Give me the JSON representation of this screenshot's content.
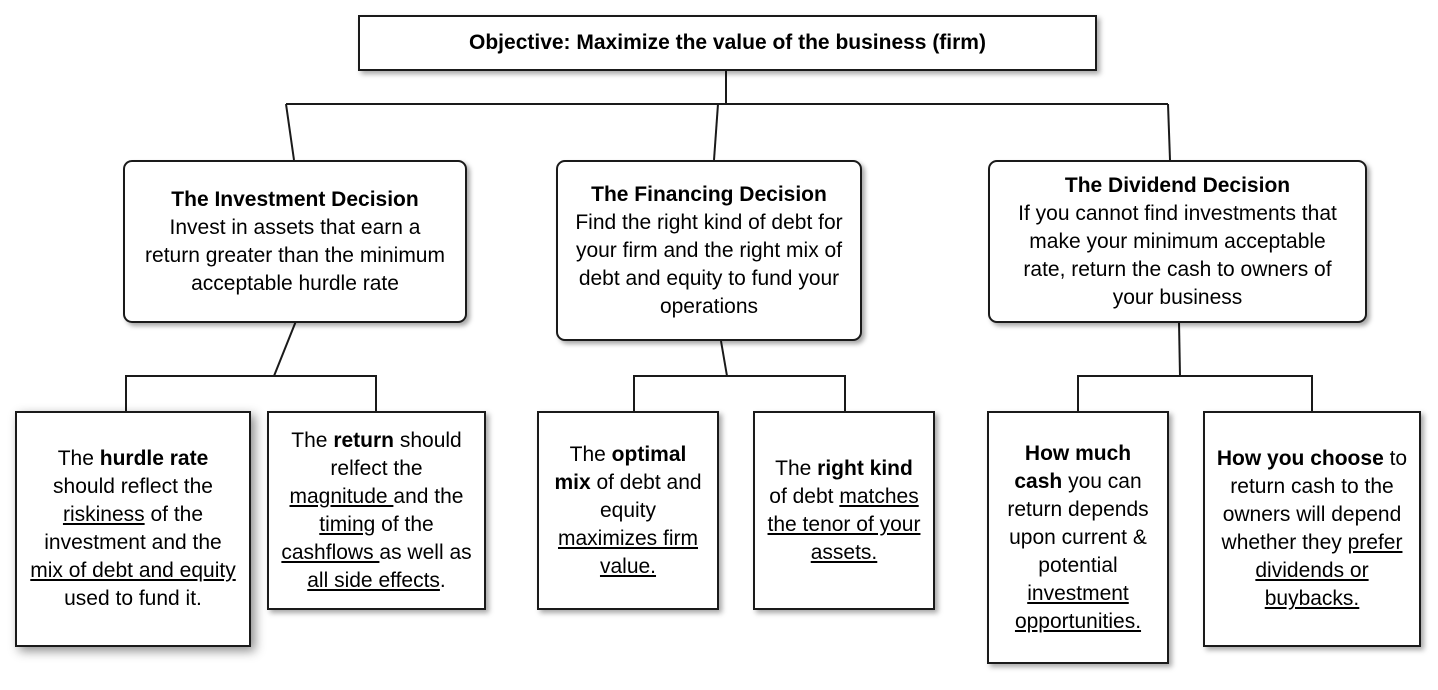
{
  "objective": "Objective: Maximize the value of the business (firm)",
  "decisions": [
    {
      "title": "The Investment Decision",
      "description": "Invest in assets that earn a return greater than the minimum acceptable hurdle rate"
    },
    {
      "title": "The Financing Decision",
      "description": "Find the right kind of debt for your firm and the right mix of debt and equity to fund your operations"
    },
    {
      "title": "The Dividend Decision",
      "description": "If you cannot find investments that make your minimum acceptable rate, return the cash to owners of your business"
    }
  ],
  "leaves": [
    {
      "segments": [
        [
          "t",
          "The "
        ],
        [
          "b",
          "hurdle rate"
        ],
        [
          "t",
          " should reflect the "
        ],
        [
          "u",
          "riskiness"
        ],
        [
          "t",
          " of the investment and the "
        ],
        [
          "u",
          "mix of debt and equity "
        ],
        [
          "t",
          "used to fund it."
        ]
      ]
    },
    {
      "segments": [
        [
          "t",
          "The "
        ],
        [
          "b",
          "return"
        ],
        [
          "t",
          " should relfect the "
        ],
        [
          "u",
          "magnitude "
        ],
        [
          "t",
          "and the "
        ],
        [
          "u",
          "timing"
        ],
        [
          "t",
          " of the "
        ],
        [
          "u",
          "cashflows "
        ],
        [
          "t",
          "as well as "
        ],
        [
          "u",
          "all side effects"
        ],
        [
          "t",
          "."
        ]
      ]
    },
    {
      "segments": [
        [
          "t",
          "The "
        ],
        [
          "b",
          "optimal mix"
        ],
        [
          "t",
          " of debt and equity "
        ],
        [
          "u",
          "maximizes firm value."
        ]
      ]
    },
    {
      "segments": [
        [
          "t",
          "The "
        ],
        [
          "b",
          "right kind"
        ],
        [
          "t",
          " of debt "
        ],
        [
          "u",
          "matches the tenor of your assets."
        ]
      ]
    },
    {
      "segments": [
        [
          "b",
          "How much cash"
        ],
        [
          "t",
          " you can return depends upon current  & potential "
        ],
        [
          "u",
          "investment opportunities."
        ]
      ]
    },
    {
      "segments": [
        [
          "b",
          "How you choose"
        ],
        [
          "t",
          " to return cash to the owners will depend whether they "
        ],
        [
          "u",
          "prefer dividends or buybacks."
        ]
      ]
    }
  ]
}
